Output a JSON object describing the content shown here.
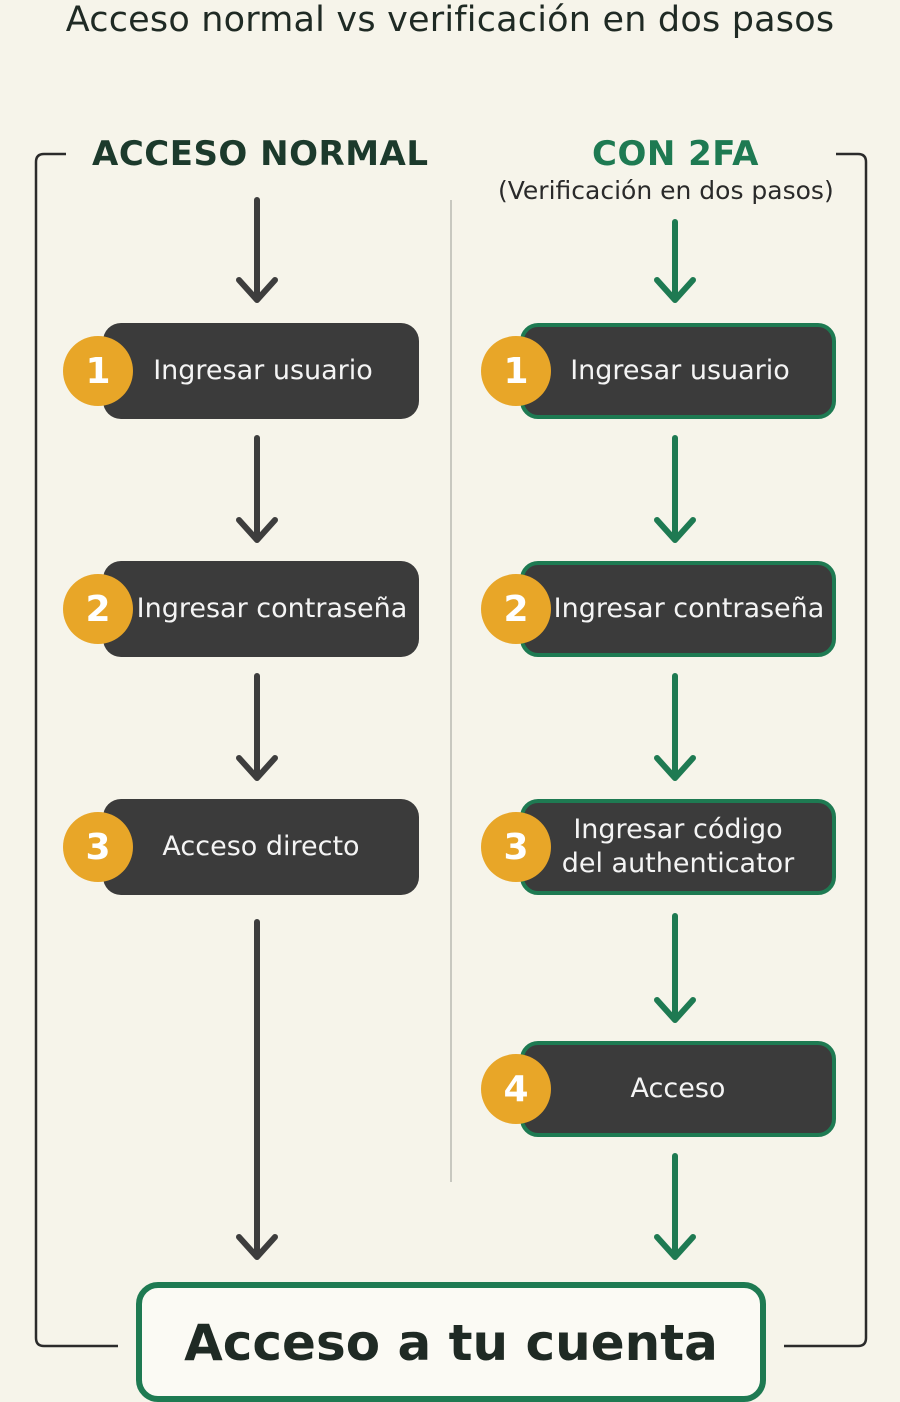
{
  "title": "Acceso normal vs verificación en dos pasos",
  "normal": {
    "heading": "ACCESO NORMAL",
    "steps": [
      {
        "number": "1",
        "label": "Ingresar usuario"
      },
      {
        "number": "2",
        "label": "Ingresar contraseña"
      },
      {
        "number": "3",
        "label": "Acceso directo"
      }
    ]
  },
  "tfa": {
    "heading": "CON 2FA",
    "subheading": "(Verificación en dos pasos)",
    "steps": [
      {
        "number": "1",
        "label": "Ingresar usuario"
      },
      {
        "number": "2",
        "label": "Ingresar contraseña"
      },
      {
        "number": "3",
        "label_line1": "Ingresar código",
        "label_line2": "del authenticator"
      },
      {
        "number": "4",
        "label": "Acceso"
      }
    ]
  },
  "result": {
    "label": "Acceso a tu cuenta"
  },
  "colors": {
    "background": "#f6f4ea",
    "step_fill": "#3b3b3b",
    "accent_green": "#1e7a52",
    "badge": "#e8a628",
    "arrow_gray": "#3d3d3d"
  }
}
